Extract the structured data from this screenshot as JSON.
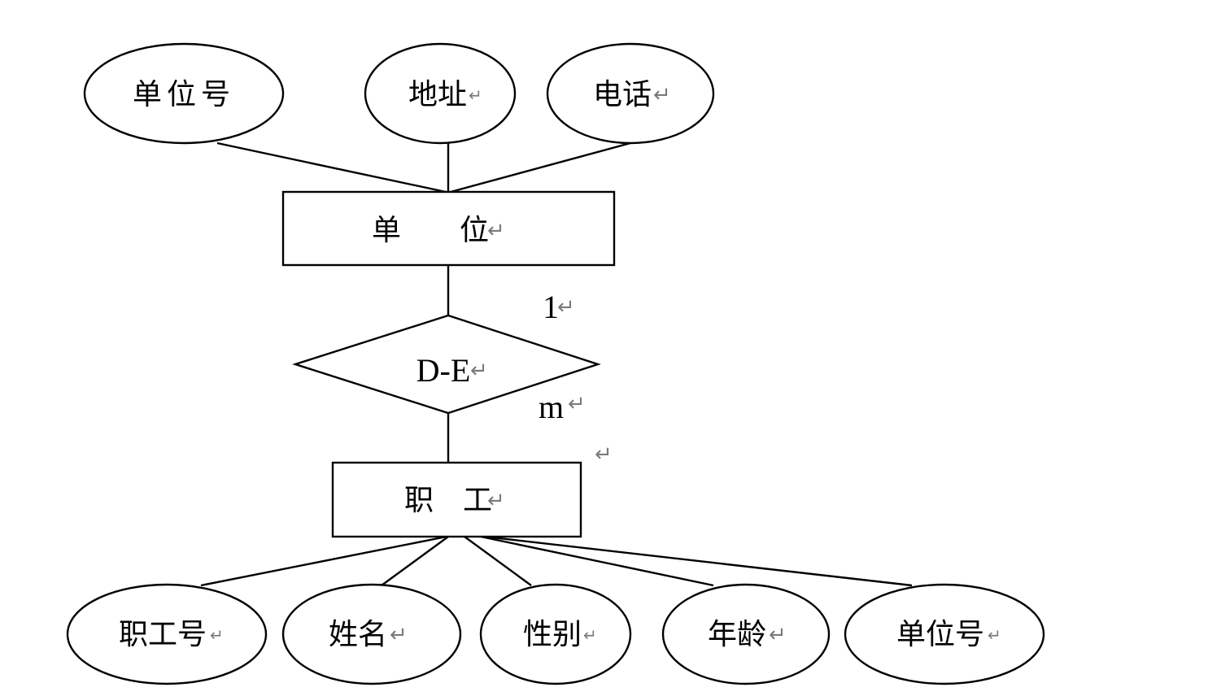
{
  "entities": {
    "unit": {
      "label": "单　　位",
      "mark": "↵"
    },
    "employee": {
      "label": "职　工",
      "mark": "↵"
    }
  },
  "relationship": {
    "label": "D-E",
    "mark": "↵"
  },
  "cardinality": {
    "unit_side": {
      "label": "1",
      "mark": "↵"
    },
    "employee_side": {
      "label": "m",
      "mark": "↵"
    },
    "stray_mark": "↵"
  },
  "unit_attributes": [
    {
      "label": "单位号",
      "mark": ""
    },
    {
      "label": "地址",
      "mark": "↵"
    },
    {
      "label": "电话",
      "mark": "↵"
    }
  ],
  "employee_attributes": [
    {
      "label": "职工号",
      "mark": "↵"
    },
    {
      "label": "姓名",
      "mark": "↵"
    },
    {
      "label": "性别",
      "mark": "↵"
    },
    {
      "label": "年龄",
      "mark": "↵"
    },
    {
      "label": "单位号",
      "mark": "↵"
    }
  ]
}
